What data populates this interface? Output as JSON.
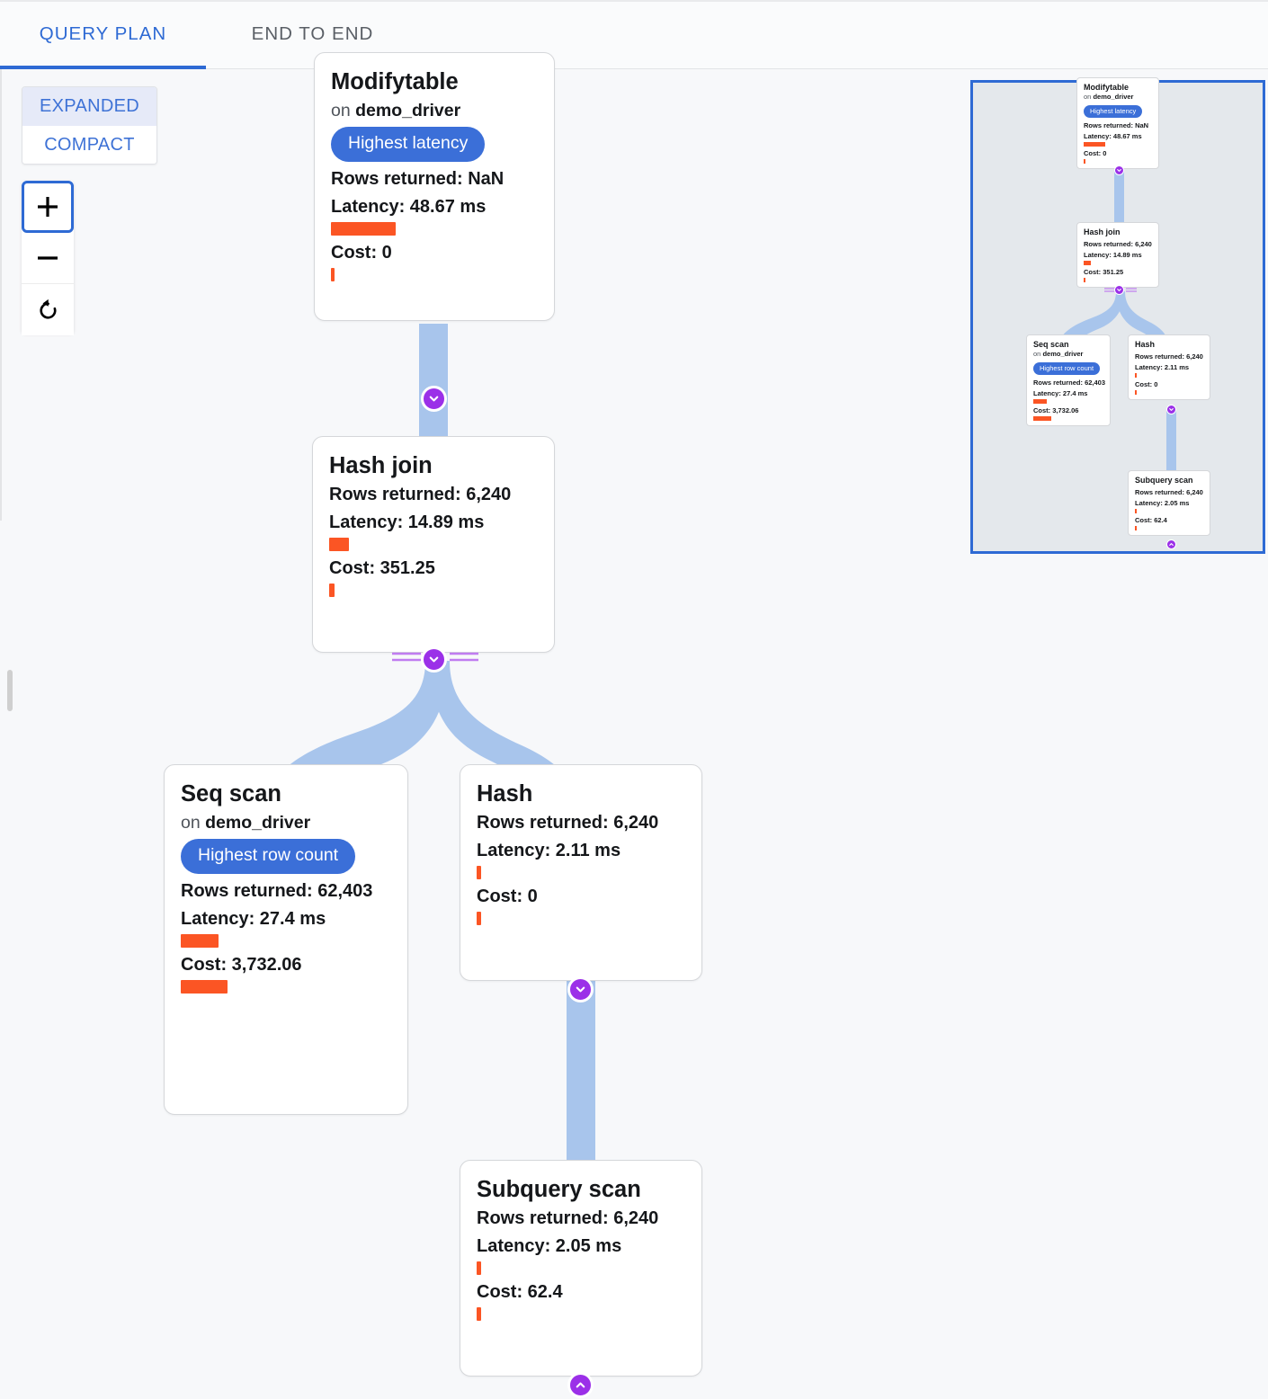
{
  "tabs": [
    {
      "label": "QUERY PLAN",
      "active": true
    },
    {
      "label": "END TO END",
      "active": false
    }
  ],
  "controls": {
    "mode": [
      {
        "label": "EXPANDED",
        "selected": true
      },
      {
        "label": "COMPACT",
        "selected": false
      }
    ],
    "zoom_buttons": [
      {
        "name": "zoom-in",
        "glyph": "+"
      },
      {
        "name": "zoom-out",
        "glyph": "−"
      },
      {
        "name": "reset-view",
        "glyph": "↺"
      }
    ]
  },
  "colors": {
    "accent_blue": "#2e6ad4",
    "badge_blue": "#3b6fd8",
    "bar_orange": "#fb5524",
    "edge_blue": "#a8c5ec",
    "handle_purple": "#9b30e8",
    "handle_line_purple": "#c07cf0",
    "canvas_bg": "#f7f8fa",
    "minimap_bg": "#e4e8ec"
  },
  "labels": {
    "rows_returned": "Rows returned:",
    "latency": "Latency:",
    "cost": "Cost:",
    "on": "on"
  },
  "nodes": [
    {
      "id": "modifytable",
      "title": "Modifytable",
      "relation": "demo_driver",
      "badge": "Highest latency",
      "rows": "Rows returned: NaN",
      "latency": "Latency: 48.67 ms",
      "latency_bar_width": 72,
      "cost": "Cost: 0",
      "cost_bar_width": 4
    },
    {
      "id": "hash-join",
      "title": "Hash join",
      "relation": null,
      "badge": null,
      "rows": "Rows returned: 6,240",
      "latency": "Latency: 14.89 ms",
      "latency_bar_width": 22,
      "cost": "Cost: 351.25",
      "cost_bar_width": 6
    },
    {
      "id": "seq-scan",
      "title": "Seq scan",
      "relation": "demo_driver",
      "badge": "Highest row count",
      "rows": "Rows returned: 62,403",
      "latency": "Latency: 27.4 ms",
      "latency_bar_width": 42,
      "cost": "Cost: 3,732.06",
      "cost_bar_width": 52
    },
    {
      "id": "hash",
      "title": "Hash",
      "relation": null,
      "badge": null,
      "rows": "Rows returned: 6,240",
      "latency": "Latency: 2.11 ms",
      "latency_bar_width": 5,
      "cost": "Cost: 0",
      "cost_bar_width": 5
    },
    {
      "id": "subquery-scan",
      "title": "Subquery scan",
      "relation": null,
      "badge": null,
      "rows": "Rows returned: 6,240",
      "latency": "Latency: 2.05 ms",
      "latency_bar_width": 5,
      "cost": "Cost: 62.4",
      "cost_bar_width": 5
    }
  ],
  "handles": [
    {
      "for": "modifytable",
      "direction": "down",
      "position": "bottom"
    },
    {
      "for": "hash-join",
      "direction": "down",
      "position": "bottom",
      "has_lines": true
    },
    {
      "for": "hash",
      "direction": "down",
      "position": "bottom"
    },
    {
      "for": "subquery-scan",
      "direction": "up",
      "position": "bottom"
    }
  ],
  "minimap": {
    "name": "minimap-viewport",
    "viewport_visible": true
  }
}
